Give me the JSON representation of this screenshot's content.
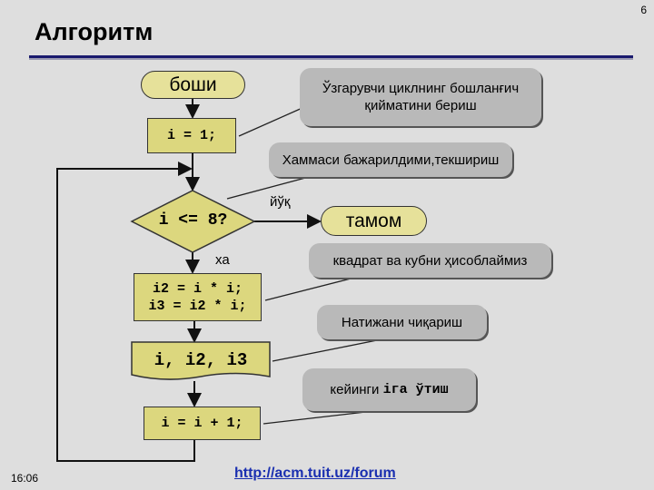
{
  "slide": {
    "title": "Алгоритм",
    "page_number": "6",
    "time": "16:06",
    "url": "http://acm.tuit.uz/forum"
  },
  "flowchart": {
    "start": "боши",
    "init": "i = 1;",
    "condition": "i <= 8?",
    "end": "тамом",
    "no_label": "йўқ",
    "yes_label": "ха",
    "compute_line1": "i2 = i * i;",
    "compute_line2": "i3 = i2 * i;",
    "output": "i, i2, i3",
    "increment": "i = i + 1;"
  },
  "callouts": {
    "init": "Ўзгарувчи циклнинг бошланғич қийматини бериш",
    "check": "Хаммаси бажарилдими,текшириш",
    "compute": "квадрат ва кубни ҳисоблаймиз",
    "output": "Натижани чиқариш",
    "next_prefix": "кейинги ",
    "next_code": "iга ўтиш"
  }
}
